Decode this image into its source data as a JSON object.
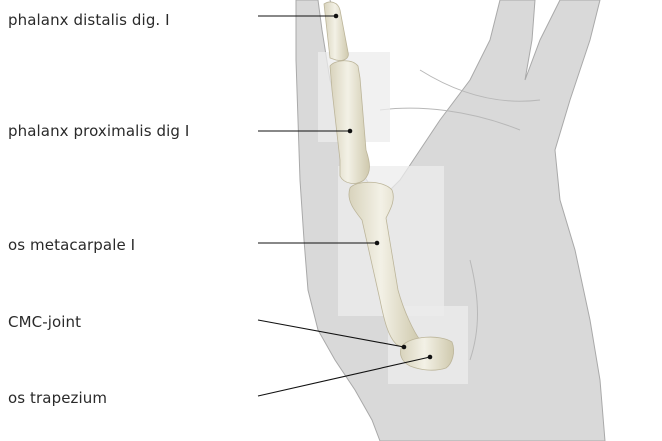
{
  "labels": [
    "phalanx distalis dig. I",
    "phalanx proximalis dig I",
    "os metacarpale I",
    "CMC-joint",
    "os trapezium"
  ],
  "colors": {
    "hand_fill": "#d9d9d9",
    "hand_outline": "#a9a9a9",
    "bone_fill": "#ebe8d9",
    "bone_shadow": "#c9c3a8",
    "highlight_box": "#ececec",
    "leader_line": "#111111"
  }
}
